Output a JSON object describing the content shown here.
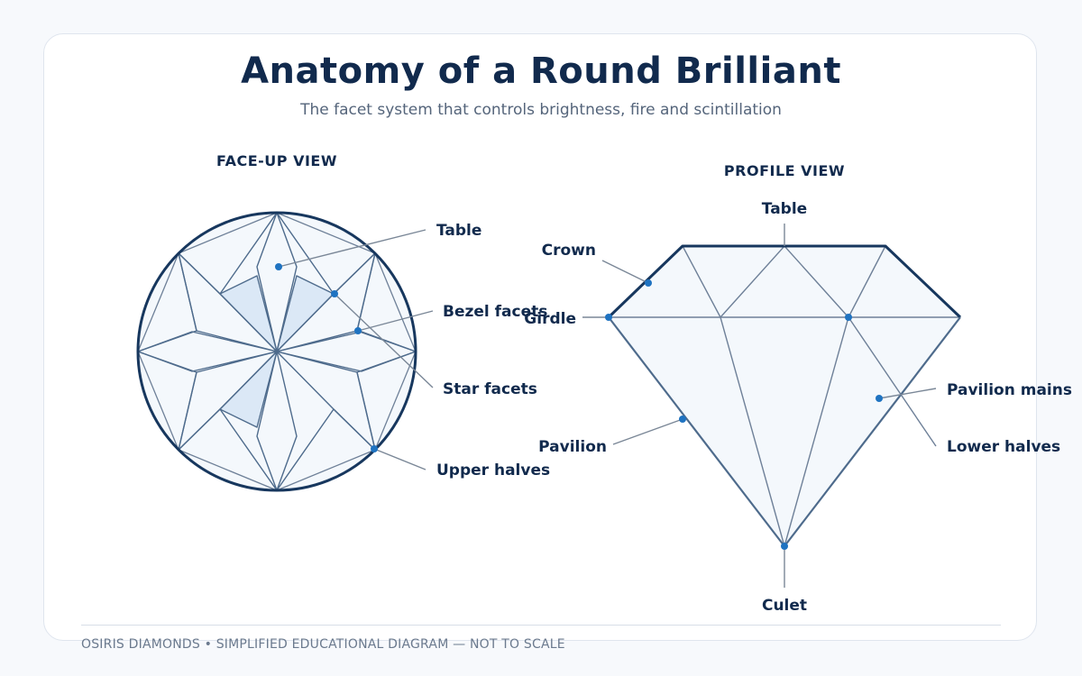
{
  "header": {
    "title": "Anatomy of a Round Brilliant",
    "subtitle": "The facet system that controls brightness, fire and scintillation"
  },
  "face_up": {
    "view_title": "FACE-UP VIEW",
    "labels": {
      "table": "Table",
      "bezel": "Bezel facets",
      "star": "Star facets",
      "upper_halves": "Upper halves"
    }
  },
  "profile": {
    "view_title": "PROFILE VIEW",
    "labels": {
      "table": "Table",
      "crown": "Crown",
      "girdle": "Girdle",
      "pavilion": "Pavilion",
      "pavilion_mains": "Pavilion mains",
      "lower_halves": "Lower halves",
      "culet": "Culet"
    }
  },
  "footer": {
    "text": "OSIRIS DIAMONDS • SIMPLIFIED EDUCATIONAL DIAGRAM — NOT TO SCALE"
  },
  "colors": {
    "ink": "#112a4d",
    "outline": "#17375e",
    "facet_line": "#4e6b8c",
    "leader": "#7a8797",
    "facet_fill": "#f4f8fc",
    "star_fill": "#dbe8f6",
    "marker": "#1f73c1"
  }
}
